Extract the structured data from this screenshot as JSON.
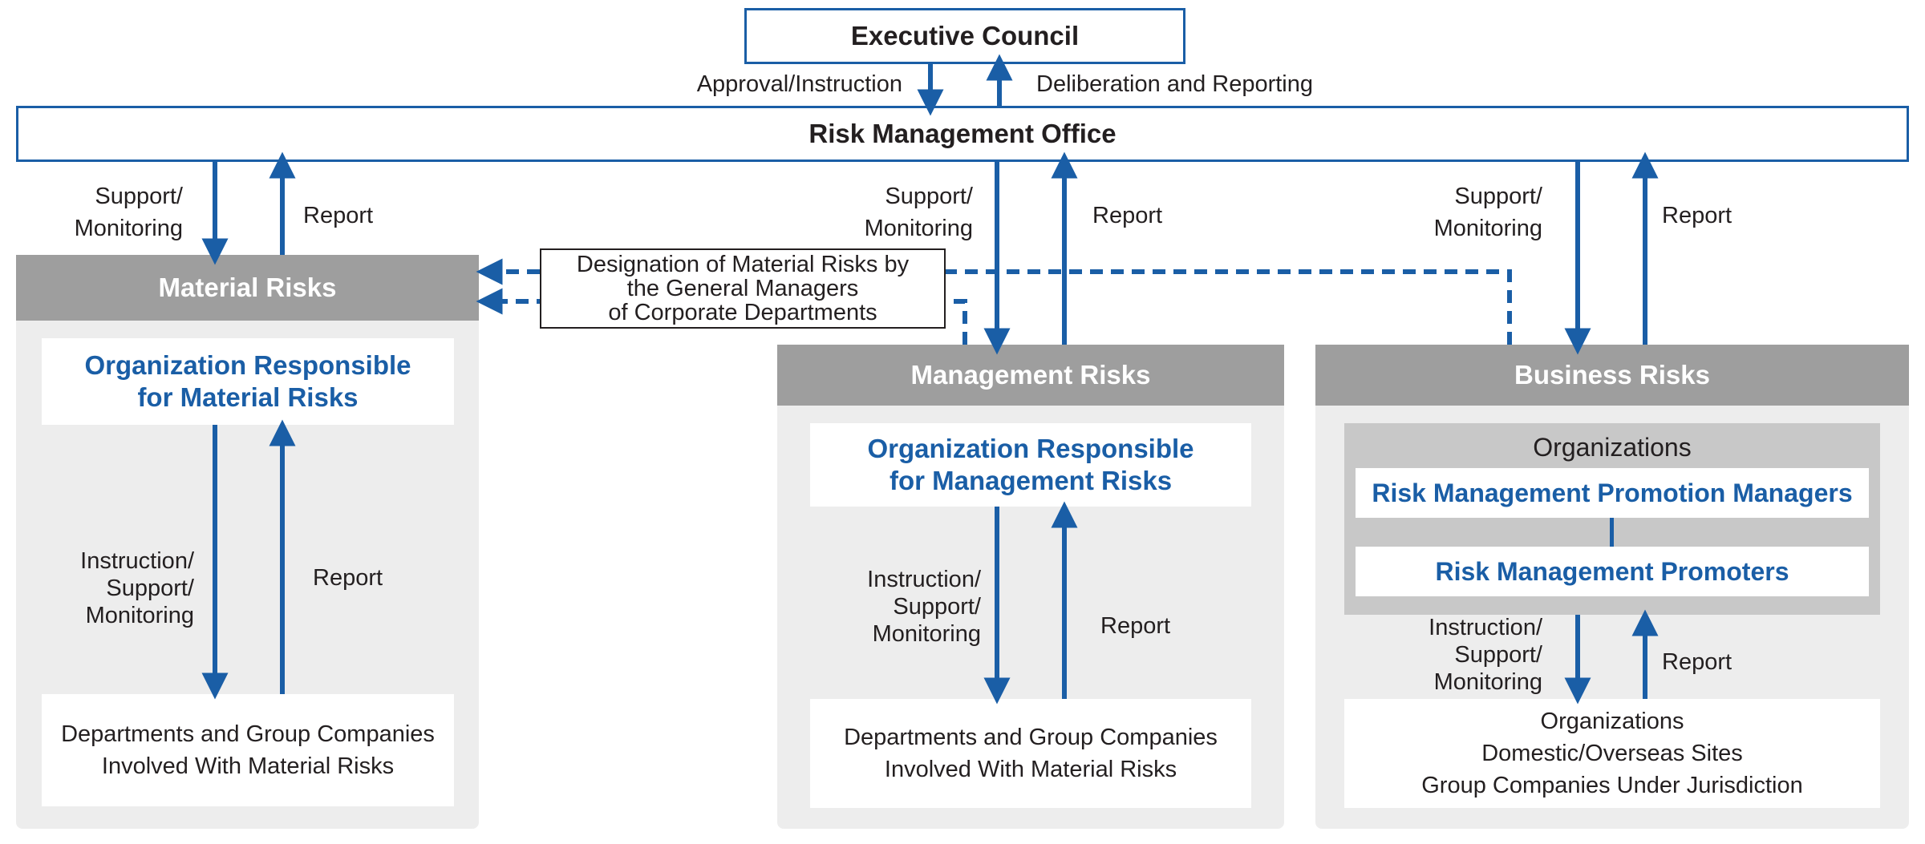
{
  "executive_council": "Executive Council",
  "approval_instruction": "Approval/Instruction",
  "deliberation_reporting": "Deliberation and Reporting",
  "risk_management_office": "Risk Management Office",
  "support_monitoring": [
    "Support/",
    "Monitoring"
  ],
  "report": "Report",
  "designation": [
    "Designation of Material Risks by",
    "the General Managers",
    "of Corporate Departments"
  ],
  "material": {
    "header": "Material Risks",
    "org": [
      "Organization Responsible",
      "for Material Risks"
    ],
    "instruction": [
      "Instruction/",
      "Support/",
      "Monitoring"
    ],
    "report": "Report",
    "departments": [
      "Departments and Group Companies",
      "Involved With Material Risks"
    ]
  },
  "management": {
    "header": "Management Risks",
    "org": [
      "Organization Responsible",
      "for Management Risks"
    ],
    "instruction": [
      "Instruction/",
      "Support/",
      "Monitoring"
    ],
    "report": "Report",
    "departments": [
      "Departments and Group Companies",
      "Involved With Material Risks"
    ]
  },
  "business": {
    "header": "Business Risks",
    "organizations": "Organizations",
    "promotion_managers": "Risk Management Promotion Managers",
    "promoters": "Risk Management Promoters",
    "instruction": [
      "Instruction/",
      "Support/",
      "Monitoring"
    ],
    "report": "Report",
    "bottom": [
      "Organizations",
      "Domestic/Overseas Sites",
      "Group Companies Under Jurisdiction"
    ]
  },
  "colors": {
    "blue": "#1a5ea6",
    "header_gray": "#9e9e9e",
    "panel_gray": "#ededed",
    "inner_gray": "#c8c8c8"
  }
}
